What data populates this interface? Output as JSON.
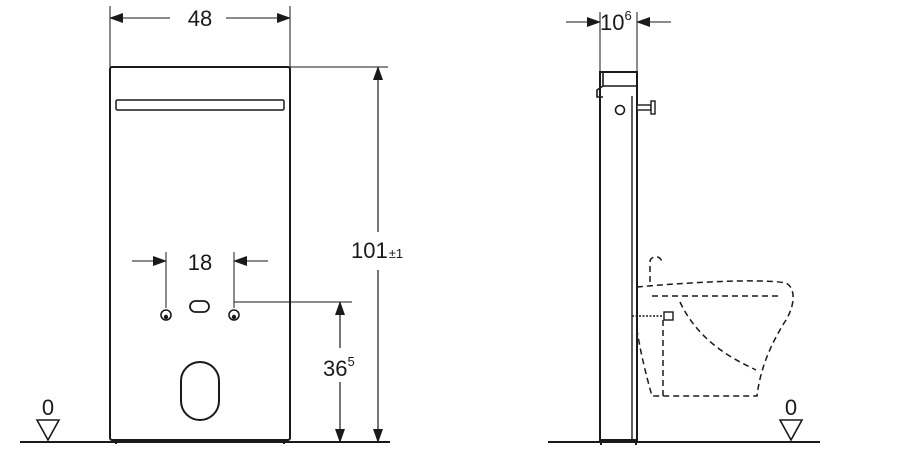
{
  "front_view": {
    "width_label": "48",
    "height_label": "101",
    "height_tolerance": "±1",
    "connection_spacing_label": "18",
    "connection_height_main": "36",
    "connection_height_sup": "5",
    "floor_label": "0"
  },
  "side_view": {
    "depth_main": "10",
    "depth_sup": "6",
    "floor_label": "0"
  }
}
